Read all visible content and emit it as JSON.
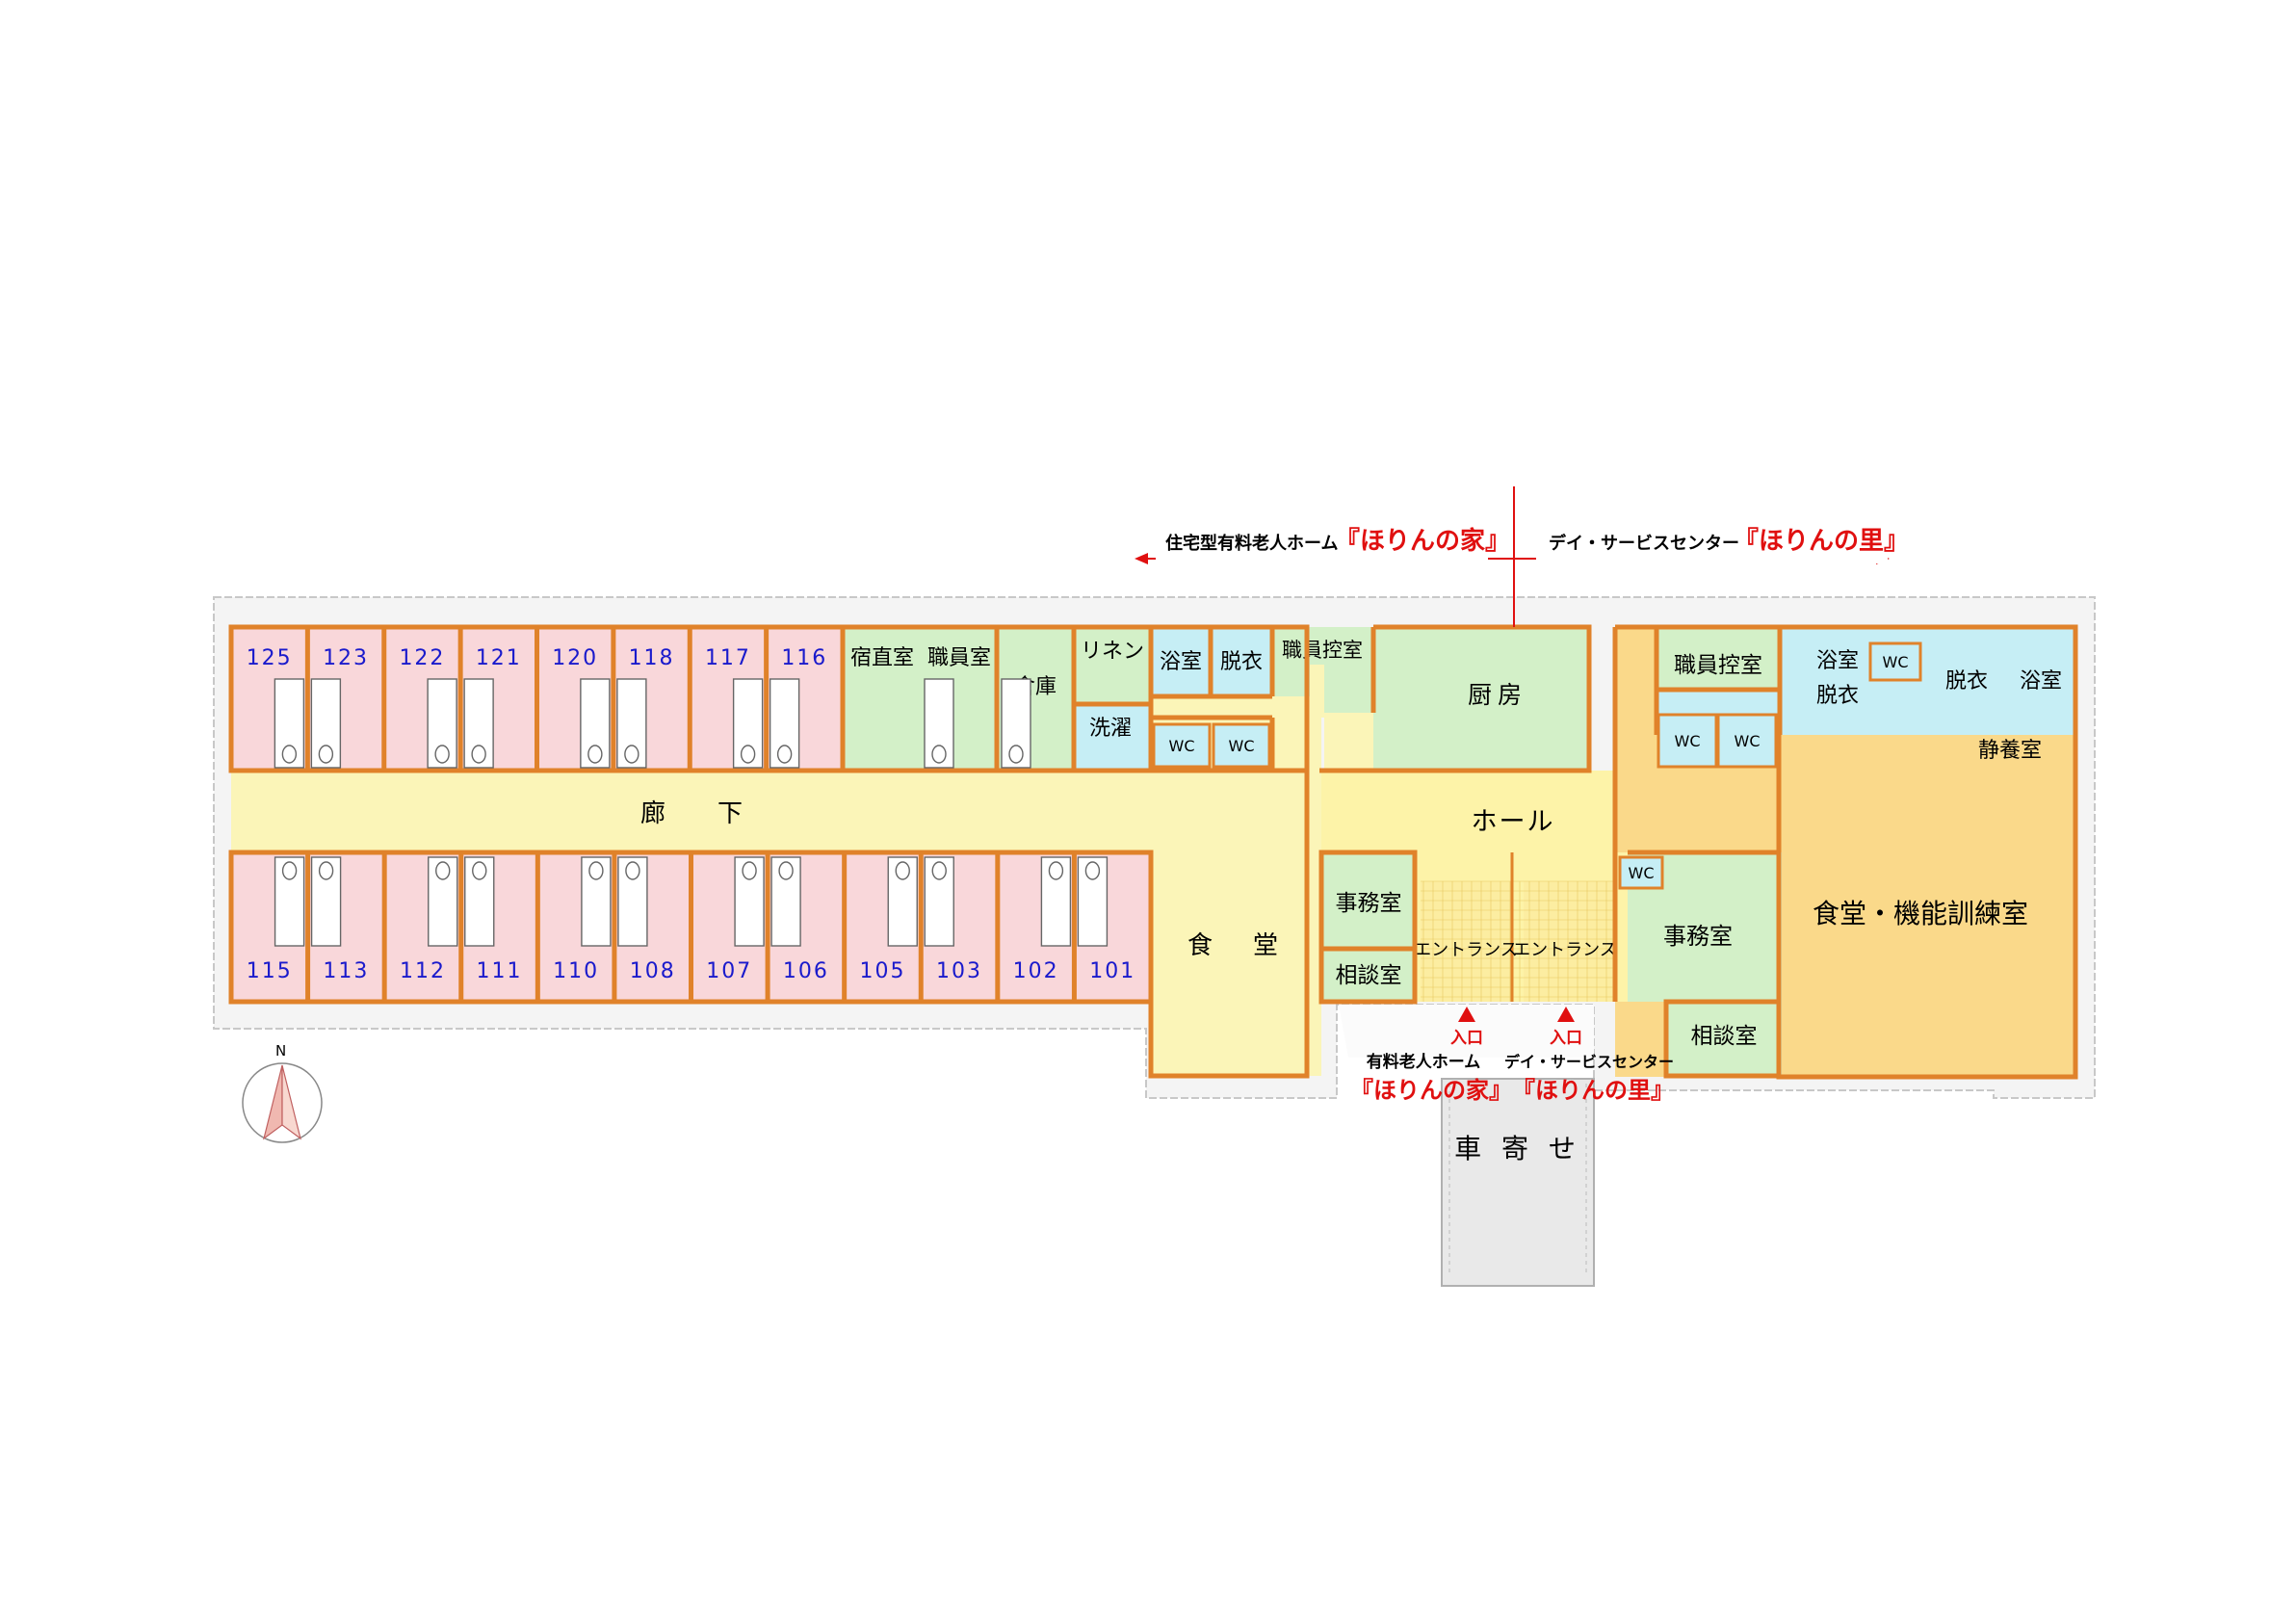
{
  "colors": {
    "room_pink": "#f9d7da",
    "staff_green": "#d3f0c8",
    "corridor_yellow": "#fbf5b8",
    "hall_yellow": "#fdf3a8",
    "training_orange": "#fad98a",
    "bath_blue": "#c6eef5",
    "wall_orange": "#e0822a",
    "outline_gray": "#e2e2e2",
    "accent_red": "#e01010",
    "room_number_blue": "#1a1acc"
  },
  "header": {
    "left_facility_type": "住宅型有料老人ホーム",
    "left_facility_name": "『ほりんの家』",
    "right_facility_type": "デイ・サービスセンター",
    "right_facility_name": "『ほりんの里』"
  },
  "room_numbers": {
    "north": [
      "125",
      "123",
      "122",
      "121",
      "120",
      "118",
      "117",
      "116"
    ],
    "south": [
      "115",
      "113",
      "112",
      "111",
      "110",
      "108",
      "107",
      "106",
      "105",
      "103",
      "102",
      "101"
    ]
  },
  "rooms": {
    "night_duty": "宿直室",
    "staff_room": "職員室",
    "storage": "倉庫",
    "linen": "リネン",
    "laundry": "洗濯",
    "bath_left": "浴室",
    "dressing_left": "脱衣",
    "staff_lounge_left": "職員控室",
    "wc": "WC",
    "kitchen": "厨房",
    "corridor": "廊　下",
    "dining": "食　堂",
    "office_left": "事務室",
    "consult_left": "相談室",
    "entrance": "エントランス",
    "hall": "ホール",
    "staff_lounge_right": "職員控室",
    "bath_right_a": "浴室",
    "dressing_right_a": "脱衣",
    "dressing_right_b": "脱衣",
    "bath_right_b": "浴室",
    "rest_room": "静養室",
    "office_right": "事務室",
    "consult_right": "相談室",
    "dining_training": "食堂・機能訓練室",
    "car_porch": "車 寄 せ"
  },
  "entrances": {
    "left_label": "入口",
    "right_label": "入口",
    "left_facility_type": "有料老人ホーム",
    "left_facility_name": "『ほりんの家』",
    "right_facility_type": "デイ・サービスセンター",
    "right_facility_name": "『ほりんの里』"
  },
  "compass": {
    "letter": "N"
  }
}
